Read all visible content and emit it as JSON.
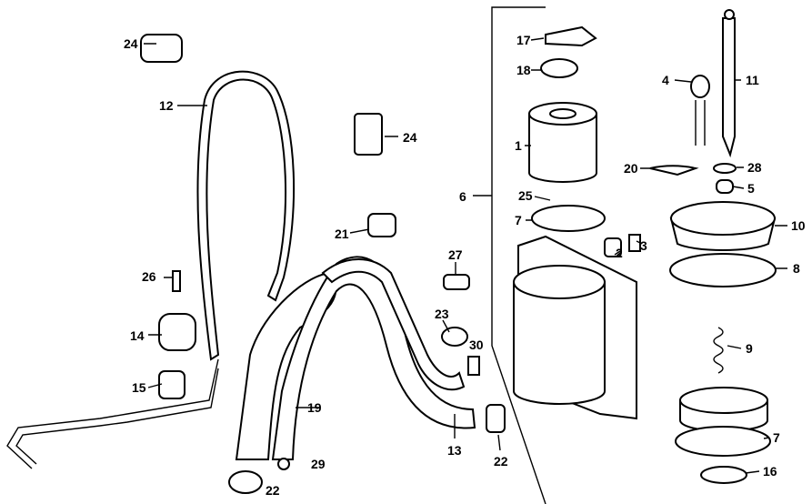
{
  "title": "Power steering parts diagram",
  "callouts": [
    {
      "num": "24",
      "part": "clamp-bracket-upper"
    },
    {
      "num": "12",
      "part": "pressure-hose"
    },
    {
      "num": "24",
      "part": "clamp-bracket-middle"
    },
    {
      "num": "21",
      "part": "hose-clamp"
    },
    {
      "num": "26",
      "part": "bolt"
    },
    {
      "num": "14",
      "part": "clamp"
    },
    {
      "num": "15",
      "part": "grommet-clamp"
    },
    {
      "num": "27",
      "part": "fitting"
    },
    {
      "num": "23",
      "part": "clip"
    },
    {
      "num": "30",
      "part": "small-clip"
    },
    {
      "num": "19",
      "part": "return-hose"
    },
    {
      "num": "29",
      "part": "clip-small"
    },
    {
      "num": "22",
      "part": "hose-clamp-lower"
    },
    {
      "num": "13",
      "part": "suction-hose"
    },
    {
      "num": "22",
      "part": "hose-clamp-right"
    },
    {
      "num": "6",
      "part": "reservoir-assembly"
    },
    {
      "num": "17",
      "part": "retainer-plate"
    },
    {
      "num": "18",
      "part": "spring"
    },
    {
      "num": "1",
      "part": "filter"
    },
    {
      "num": "25",
      "part": "filter-clip"
    },
    {
      "num": "7",
      "part": "o-ring"
    },
    {
      "num": "2",
      "part": "bracket-a"
    },
    {
      "num": "3",
      "part": "bracket-b"
    },
    {
      "num": "4",
      "part": "cap"
    },
    {
      "num": "11",
      "part": "dipstick"
    },
    {
      "num": "20",
      "part": "seal"
    },
    {
      "num": "28",
      "part": "washer"
    },
    {
      "num": "5",
      "part": "grommet"
    },
    {
      "num": "10",
      "part": "reservoir-cap"
    },
    {
      "num": "8",
      "part": "gasket"
    },
    {
      "num": "9",
      "part": "spring-lower"
    },
    {
      "num": "7",
      "part": "o-ring-lower"
    },
    {
      "num": "16",
      "part": "cap-base"
    }
  ]
}
